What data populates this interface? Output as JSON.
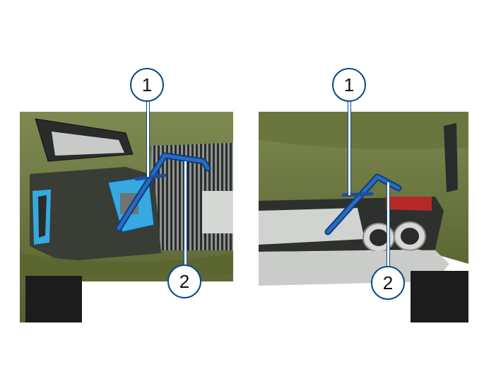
{
  "figure": {
    "left_view": {
      "callouts": [
        {
          "label": "1"
        },
        {
          "label": "2"
        }
      ]
    },
    "right_view": {
      "callouts": [
        {
          "label": "1"
        },
        {
          "label": "2"
        }
      ]
    }
  },
  "colors": {
    "car_paint": "#6f7a46",
    "highlight": "#36a9e1",
    "tool": "#1c4f9c",
    "callout_border": "#0a4a8a"
  }
}
